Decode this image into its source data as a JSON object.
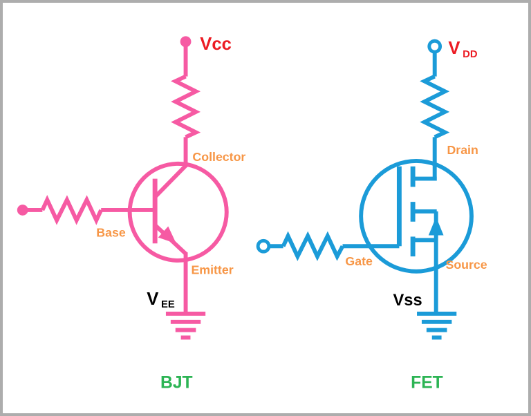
{
  "colors": {
    "bjt_circuit": "#f65aa3",
    "fet_circuit": "#1b9bd8",
    "supply_label": "#ec1b23",
    "terminal_label": "#f79646",
    "type_label": "#2cb454",
    "ground_label": "#000000",
    "border": "#adadad"
  },
  "bjt": {
    "type_label": "BJT",
    "top_supply": "Vcc",
    "collector_label": "Collector",
    "base_label": "Base",
    "emitter_label": "Emitter",
    "bottom_supply_main": "V",
    "bottom_supply_sub": "EE"
  },
  "fet": {
    "type_label": "FET",
    "top_supply_main": "V",
    "top_supply_sub": "DD",
    "drain_label": "Drain",
    "gate_label": "Gate",
    "source_label": "Source",
    "bottom_supply": "Vss"
  }
}
